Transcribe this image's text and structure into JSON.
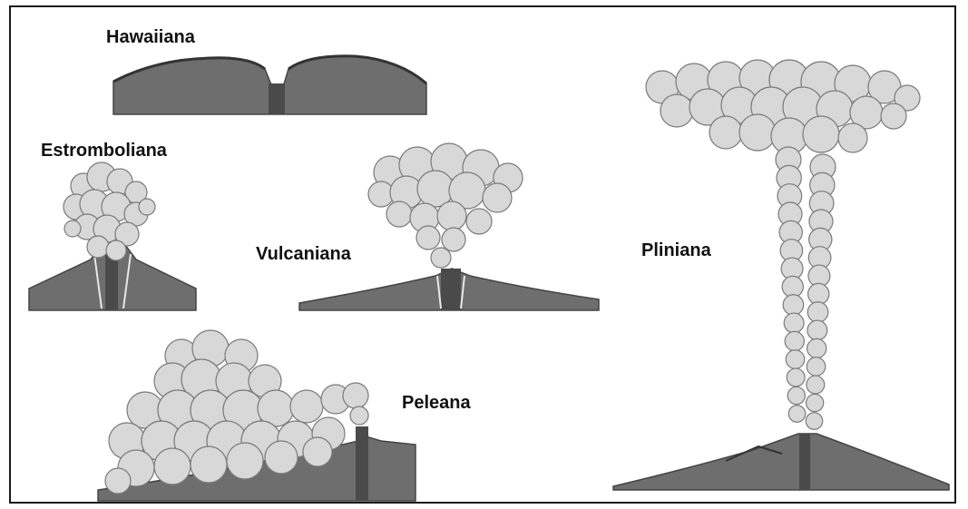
{
  "diagram": {
    "labels": {
      "hawaiian": "Hawaiiana",
      "strombolian": "Estromboliana",
      "vulcanian": "Vulcaniana",
      "plinian": "Pliniana",
      "pelean": "Peleana"
    }
  },
  "colors": {
    "volcano_body": "#6e6e6e",
    "volcano_dark": "#4a4a4a",
    "ash_fill": "#d8d8d8",
    "ash_stroke": "#7a7a7a",
    "frame": "#1a1a1a"
  }
}
